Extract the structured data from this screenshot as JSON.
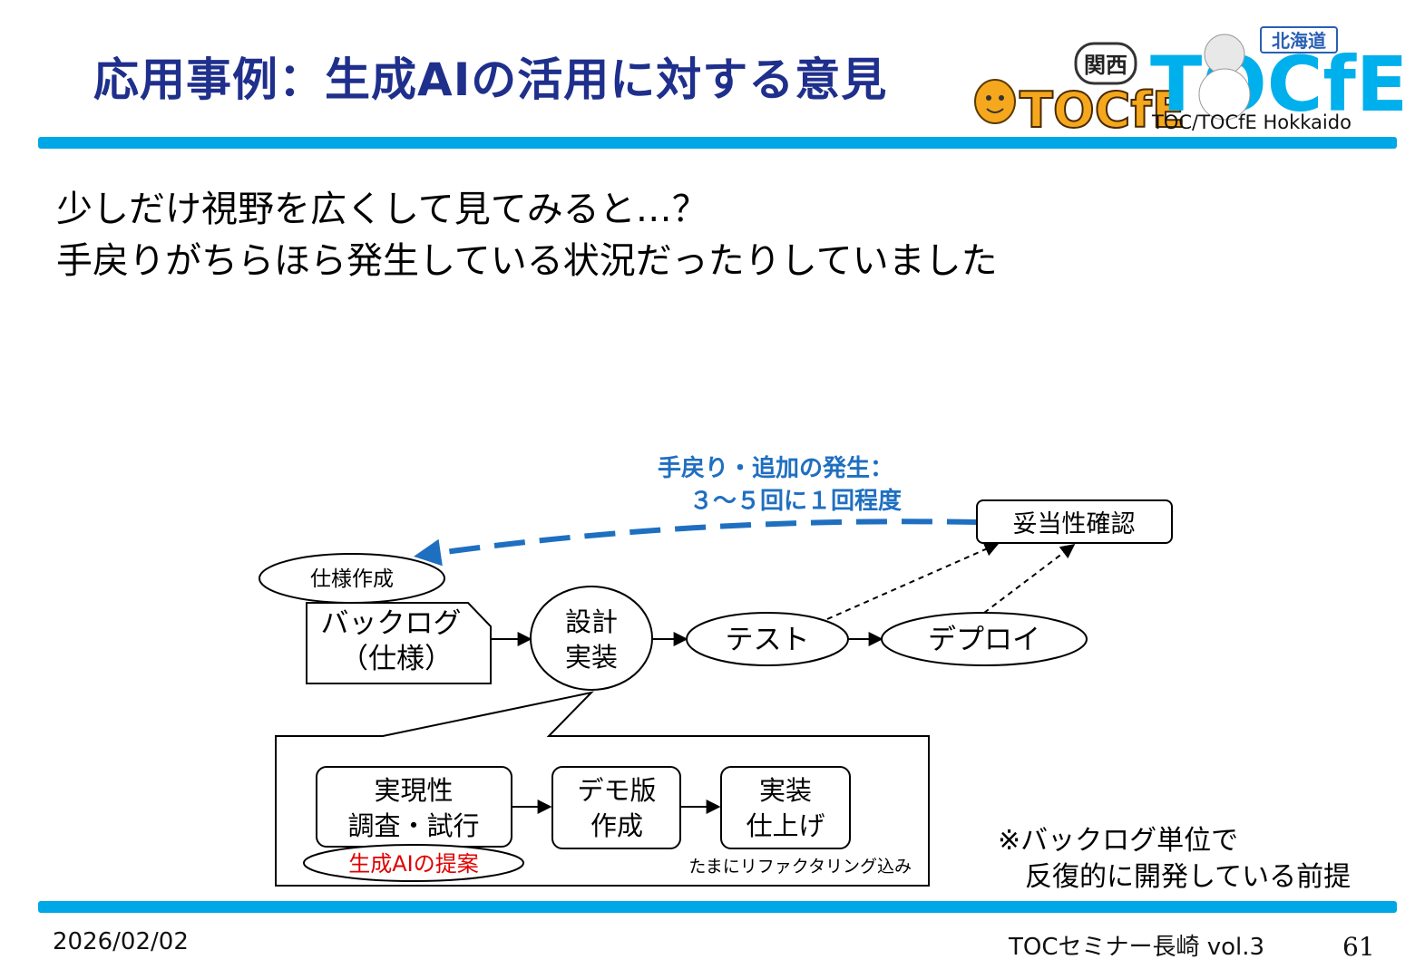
{
  "slide": {
    "title": "応用事例：生成AIの活用に対する意見",
    "intro_line1": "少しだけ視野を広くして見てみると…？",
    "intro_line2": "手戻りがちらほら発生している状況だったりしていました"
  },
  "logos": {
    "kansai_badge": "関西",
    "kansai_wordmark": "TOCfE",
    "hokkaido_flag": "北海道",
    "hokkaido_wordmark": "TOCfE",
    "hokkaido_caption": "TOC/TOCfE Hokkaido"
  },
  "diagram": {
    "rework_label_line1": "手戻り・追加の発生：",
    "rework_label_line2": "３～５回に１回程度",
    "validation": "妥当性確認",
    "spec_creation": "仕様作成",
    "backlog_line1": "バックログ",
    "backlog_line2": "（仕様）",
    "design_line1": "設計",
    "design_line2": "実装",
    "test": "テスト",
    "deploy": "デプロイ",
    "feasibility_line1": "実現性",
    "feasibility_line2": "調査・試行",
    "demo_line1": "デモ版",
    "demo_line2": "作成",
    "finish_line1": "実装",
    "finish_line2": "仕上げ",
    "ai_proposal": "生成AIの提案",
    "refactoring_note": "たまにリファクタリング込み",
    "colors": {
      "rework": "#1f6fc1",
      "ai_proposal": "#e00000"
    }
  },
  "note": {
    "line1": "※バックログ単位で",
    "line2": "反復的に開発している前提"
  },
  "footer": {
    "date": "2026/02/02",
    "event": "TOCセミナー長崎 vol.3",
    "page": "61"
  }
}
